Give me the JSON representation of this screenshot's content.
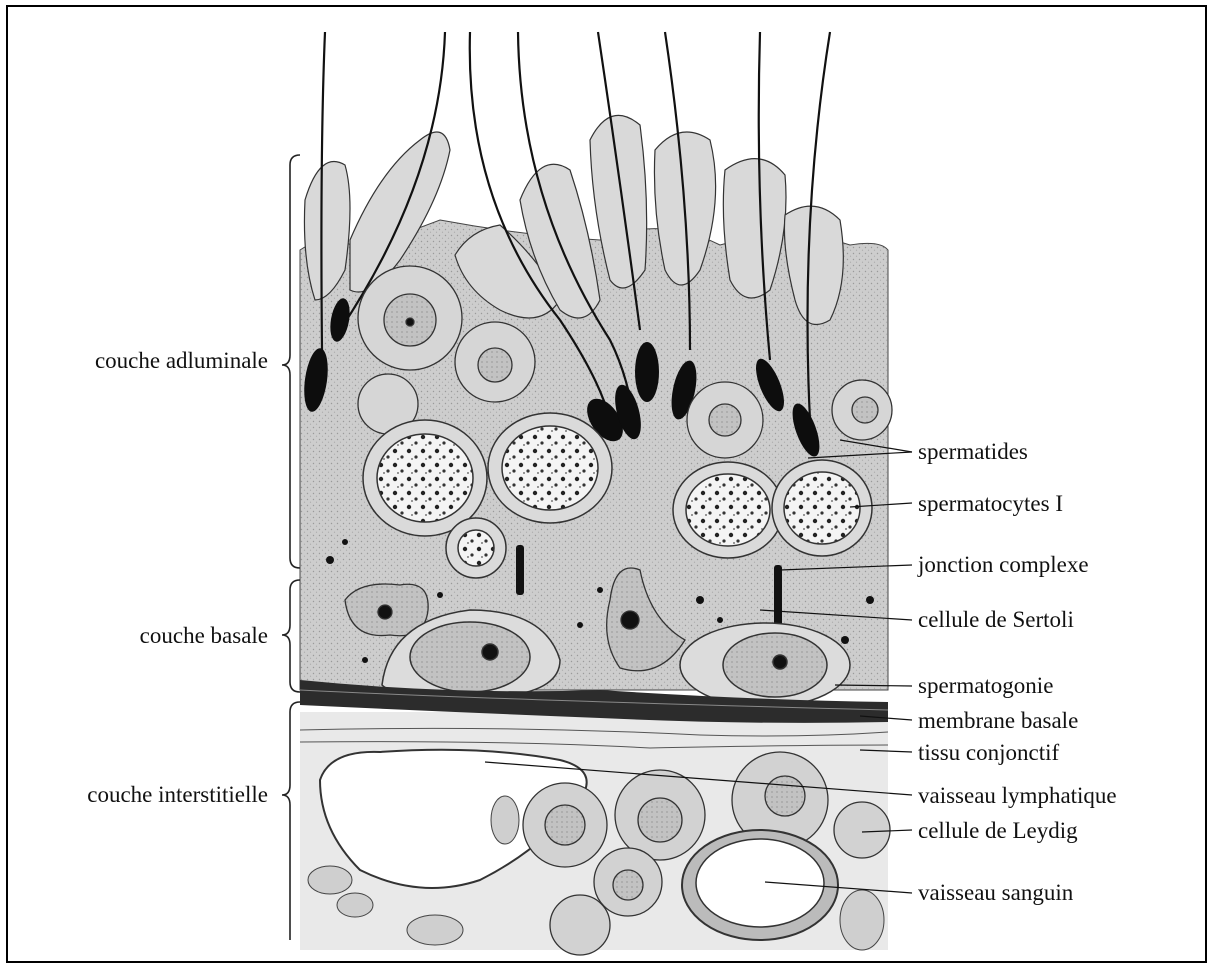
{
  "layer_labels": {
    "adluminal": "couche adluminale",
    "basal": "couche basale",
    "interstitial": "couche interstitielle"
  },
  "structure_labels": [
    {
      "key": "spermatids",
      "text": "spermatides"
    },
    {
      "key": "spermatocytes",
      "text": "spermatocytes I"
    },
    {
      "key": "complex_junction",
      "text": "jonction complexe"
    },
    {
      "key": "sertoli",
      "text": "cellule de Sertoli"
    },
    {
      "key": "spermatogonia",
      "text": "spermatogonie"
    },
    {
      "key": "basement_membrane",
      "text": "membrane basale"
    },
    {
      "key": "connective_tissue",
      "text": "tissu conjonctif"
    },
    {
      "key": "lymphatic_vessel",
      "text": "vaisseau lymphatique"
    },
    {
      "key": "leydig",
      "text": "cellule de Leydig"
    },
    {
      "key": "blood_vessel",
      "text": "vaisseau sanguin"
    }
  ],
  "colors": {
    "tissue": "#cfcfcf",
    "cell_fill": "#dcdcdc",
    "nucleus": "#bdbdbd",
    "ink": "#111111"
  }
}
